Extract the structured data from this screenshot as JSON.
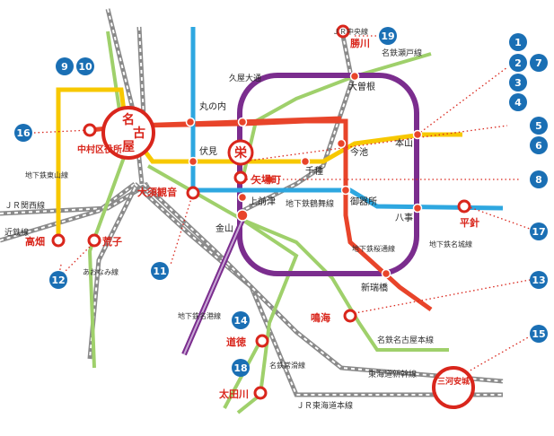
{
  "colors": {
    "purple": "#7b2d8e",
    "red": "#e8442a",
    "yellow": "#f7c800",
    "blue": "#2ea7e0",
    "green": "#9fd06b",
    "gray": "#8a8a8a",
    "badge": "#1a6fb4",
    "station_red": "#d9261c"
  },
  "stations": {
    "nagoya": "名古屋",
    "sakae": "栄",
    "anjo": "三河安城",
    "marunouchi": "丸の内",
    "hisaya": "久屋大通",
    "fushimi": "伏見",
    "yabacho": "矢場町",
    "kamimaezu": "上前津",
    "kanayama": "金山",
    "ozone": "大曽根",
    "imaike": "今池",
    "motoyama": "本山",
    "chikusa": "千種",
    "gokiso": "御器所",
    "yagoto": "八事",
    "aratamabashi": "新瑞橋",
    "hirabari": "平針",
    "kachigawa": "勝川",
    "nakamura": "中村区役所",
    "osu": "大須観音",
    "takabata": "高畑",
    "arako": "荒子",
    "narumi": "鳴海",
    "dotoku": "道徳",
    "otagawa": "太田川"
  },
  "lines": {
    "jr_chuo": "ＪＲ中央線",
    "meitetsu_seto": "名鉄瀬戸線",
    "higashiyama": "地下鉄東山線",
    "kansai": "ＪＲ関西線",
    "kintetsu": "近鉄線",
    "aonami": "あおなみ線",
    "tsurumai": "地下鉄鶴舞線",
    "sakuradori": "地下鉄桜通線",
    "meijo": "地下鉄名城線",
    "meiko": "地下鉄名港線",
    "tokoname": "名鉄常滑線",
    "meitetsu_nagoya": "名鉄名古屋本線",
    "shinkansen": "東海道新幹線",
    "tokaido": "ＪＲ東海道本線"
  },
  "badges": [
    "1",
    "2",
    "3",
    "4",
    "5",
    "6",
    "7",
    "8",
    "9",
    "10",
    "11",
    "12",
    "13",
    "14",
    "15",
    "16",
    "17",
    "18",
    "19"
  ]
}
